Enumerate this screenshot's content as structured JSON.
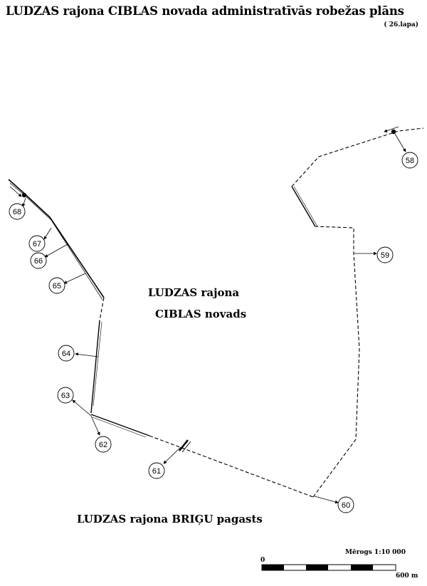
{
  "header": {
    "title": "LUDZAS rajona CIBLAS novada administratīvās robežas plāns",
    "sheet": "( 26.lapa)"
  },
  "map": {
    "center_label_line1": "LUDZAS rajona",
    "center_label_line2": "CIBLAS novads",
    "bottom_label": "LUDZAS rajona BRIĢU pagasts",
    "points": [
      "58",
      "59",
      "60",
      "61",
      "62",
      "63",
      "64",
      "65",
      "66",
      "67",
      "68"
    ]
  },
  "scale": {
    "title": "Mērogs 1:10 000",
    "start": "0",
    "end": "600 m"
  }
}
